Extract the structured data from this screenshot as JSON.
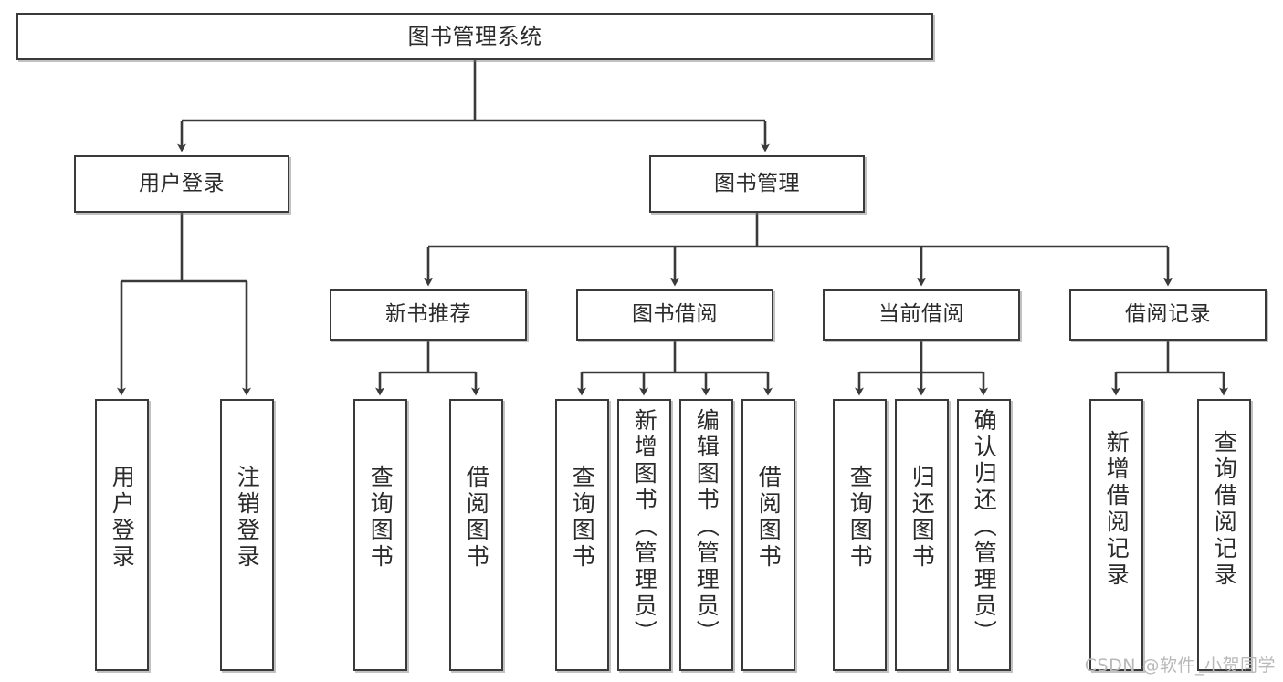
{
  "diagram": {
    "title": "图书管理系统",
    "type": "tree-hierarchy",
    "watermark": "CSDN @软件_小贺同学",
    "colors": {
      "box_border": "#3a3a3a",
      "box_fill": "#ffffff",
      "connector": "#3a3a3a",
      "text": "#2b2b2b",
      "watermark": "#b9b9b9"
    },
    "levels": {
      "root": {
        "label": "图书管理系统"
      },
      "level2": [
        {
          "label": "用户登录"
        },
        {
          "label": "图书管理"
        }
      ],
      "level3": [
        {
          "label": "新书推荐"
        },
        {
          "label": "图书借阅"
        },
        {
          "label": "当前借阅"
        },
        {
          "label": "借阅记录"
        }
      ],
      "leaves": {
        "user_login": [
          {
            "label": "用户登录"
          },
          {
            "label": "注销登录"
          }
        ],
        "new_book_recommend": [
          {
            "label": "查询图书"
          },
          {
            "label": "借阅图书"
          }
        ],
        "book_borrow": [
          {
            "label": "查询图书"
          },
          {
            "label": "新增图书（管理员）"
          },
          {
            "label": "编辑图书（管理员）"
          },
          {
            "label": "借阅图书"
          }
        ],
        "current_borrow": [
          {
            "label": "查询图书"
          },
          {
            "label": "归还图书"
          },
          {
            "label": "确认归还（管理员）"
          }
        ],
        "borrow_record": [
          {
            "label": "新增借阅记录"
          },
          {
            "label": "查询借阅记录"
          }
        ]
      }
    }
  }
}
